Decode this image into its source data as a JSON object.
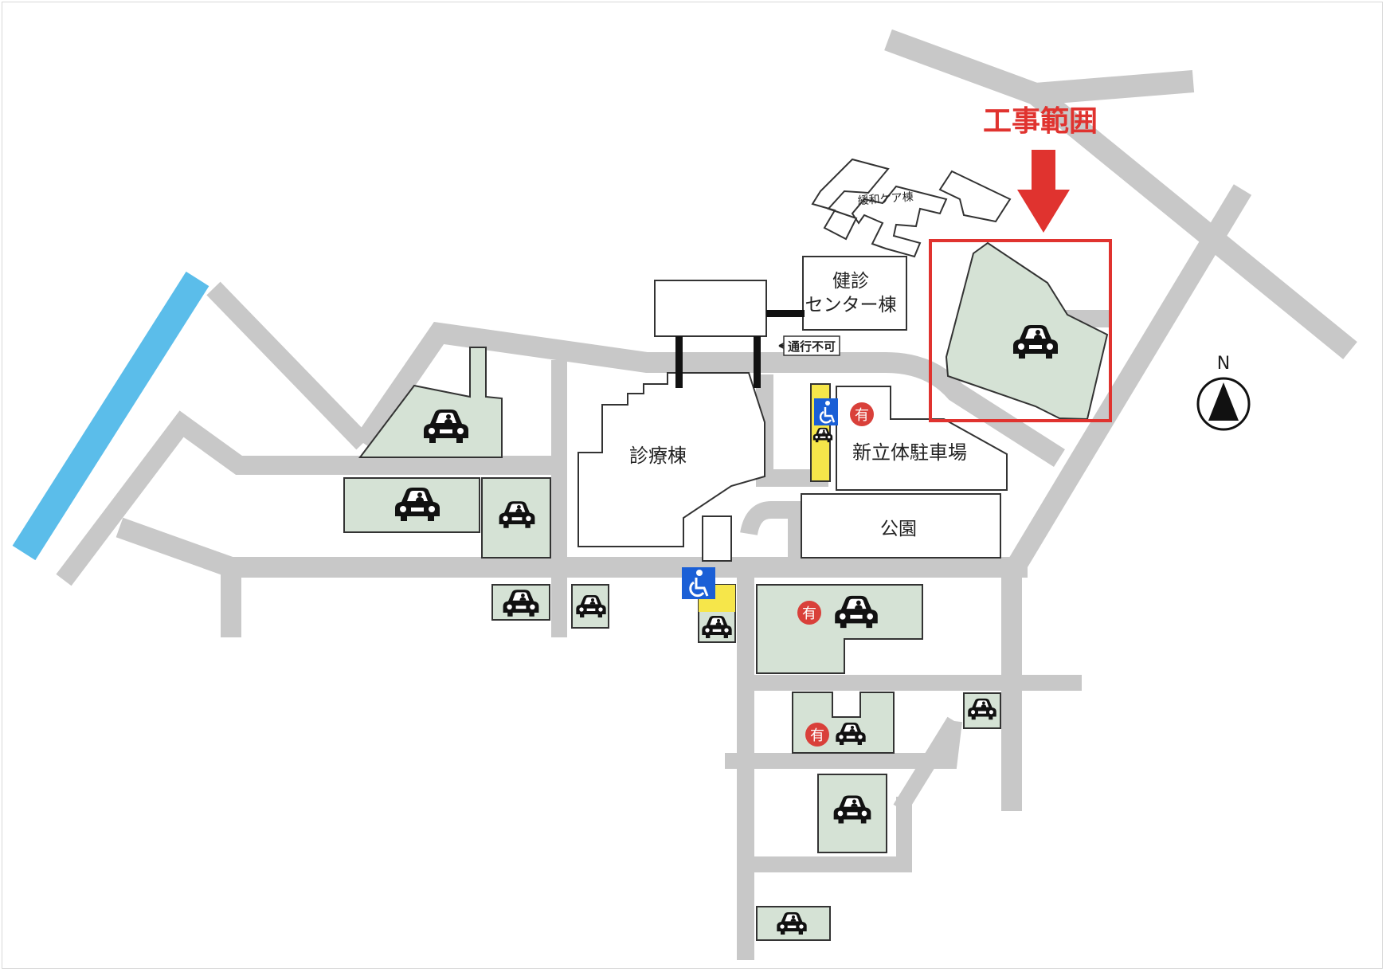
{
  "colors": {
    "road": "#c8c8c8",
    "parking": "#d5e2d5",
    "river": "#5bbdea",
    "highlight": "#e0332f",
    "paid_badge": "#d9403a",
    "accessible_blue": "#1a5fd6",
    "accessible_yellow": "#f6e64a",
    "outline": "#333333"
  },
  "construction": {
    "label": "工事範囲"
  },
  "buildings": {
    "palliative": "緩和ケア棟",
    "checkup_line1": "健診",
    "checkup_line2": "センター棟",
    "clinical": "診療棟",
    "park": "公園"
  },
  "labels": {
    "no_entry": "通行不可",
    "new_parking": "新立体駐車場"
  },
  "paid_badge_text": "有",
  "compass": {
    "label": "N"
  },
  "icons": {
    "car": "car-icon",
    "wheelchair": "wheelchair-icon",
    "arrow": "down-arrow-icon",
    "compass": "compass-icon"
  }
}
